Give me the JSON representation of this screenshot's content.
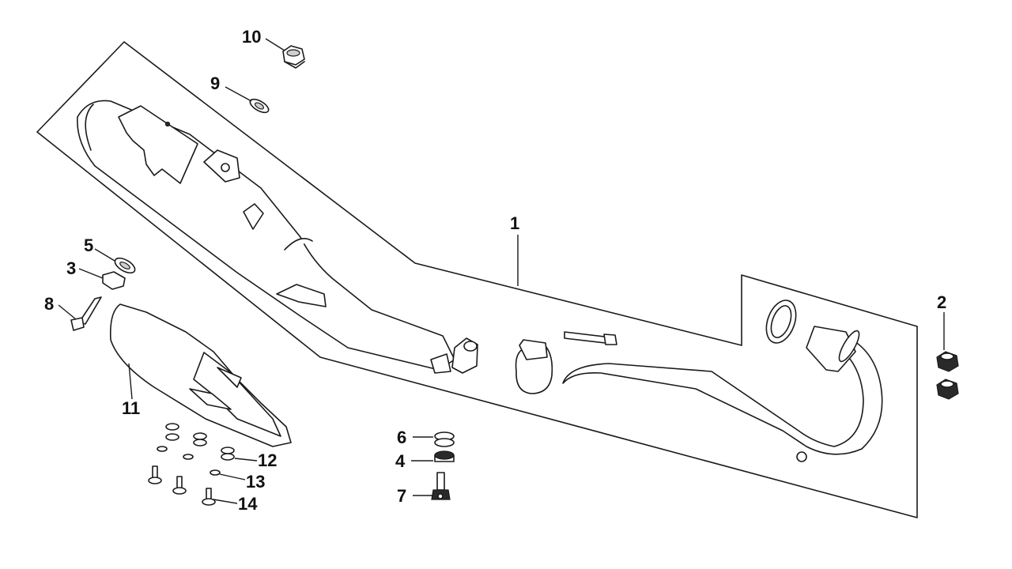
{
  "callouts": [
    {
      "id": "1",
      "text": "1"
    },
    {
      "id": "2",
      "text": "2"
    },
    {
      "id": "3",
      "text": "3"
    },
    {
      "id": "4",
      "text": "4"
    },
    {
      "id": "5",
      "text": "5"
    },
    {
      "id": "6",
      "text": "6"
    },
    {
      "id": "7",
      "text": "7"
    },
    {
      "id": "8",
      "text": "8"
    },
    {
      "id": "9",
      "text": "9"
    },
    {
      "id": "10",
      "text": "10"
    },
    {
      "id": "11",
      "text": "11"
    },
    {
      "id": "12",
      "text": "12"
    },
    {
      "id": "13",
      "text": "13"
    },
    {
      "id": "14",
      "text": "14"
    }
  ],
  "colors": {
    "line": "#1a1a1a",
    "background": "#ffffff"
  }
}
